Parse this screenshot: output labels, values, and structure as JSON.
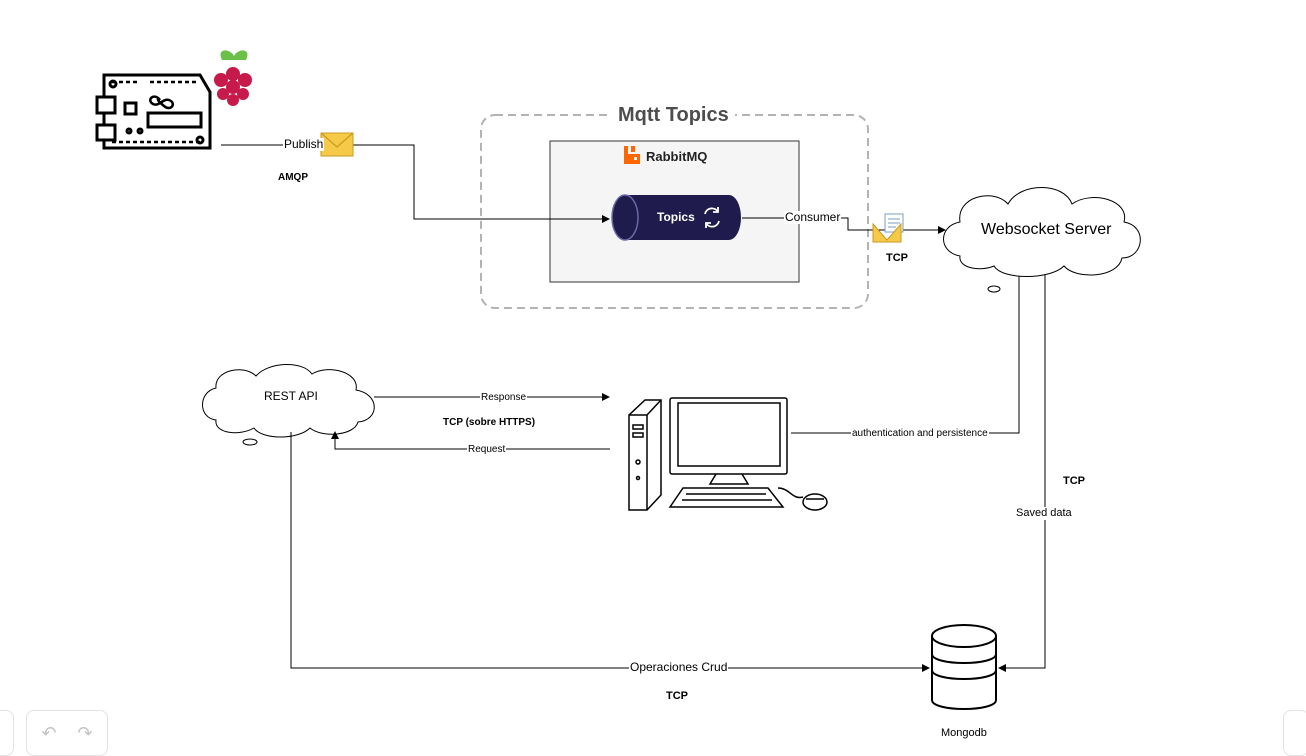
{
  "group": {
    "title": "Mqtt Topics"
  },
  "rabbitmq": {
    "label": "RabbitMQ",
    "queue_label": "Topics"
  },
  "websocket": {
    "label": "Websocket Server"
  },
  "rest_api": {
    "label": "REST API"
  },
  "mongodb": {
    "label": "Mongodb"
  },
  "edges": {
    "publish": "Publish",
    "amqp": "AMQP",
    "consumer": "Consumer",
    "tcp_ws": "TCP",
    "response": "Response",
    "tcp_https": "TCP (sobre HTTPS)",
    "request": "Request",
    "auth": "authentication and persistence",
    "tcp_saved": "TCP",
    "saved_data": "Saved data",
    "crud": "Operaciones Crud",
    "tcp_crud": "TCP"
  },
  "icons": {
    "arduino": "arduino-board-icon",
    "raspberry": "raspberry-pi-icon",
    "envelope": "envelope-icon",
    "mail_letter": "mail-letter-icon",
    "computer": "desktop-computer-icon",
    "database": "database-icon",
    "rabbitmq_logo": "rabbitmq-logo-icon",
    "refresh": "refresh-icon",
    "undo": "undo-icon",
    "redo": "redo-icon"
  },
  "colors": {
    "rabbitmq_orange": "#ff6600",
    "queue_fill": "#1f1b4d",
    "raspberry": "#c51a4a",
    "envelope": "#f7c948",
    "group_border": "#b3b3b3"
  }
}
